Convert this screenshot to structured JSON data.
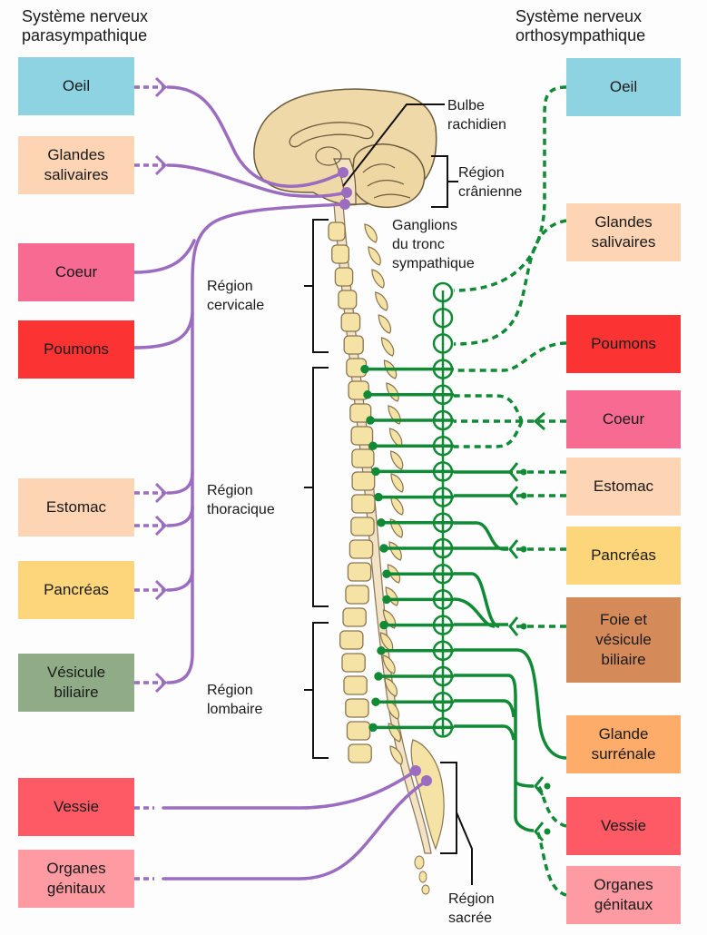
{
  "headings": {
    "parasympathetic": [
      "Système nerveux",
      "parasympathique"
    ],
    "sympathetic": [
      "Système nerveux",
      "orthosympathique"
    ]
  },
  "colors": {
    "parasympathetic_nerve": "#9b6cc0",
    "sympathetic_nerve": "#108a35",
    "bone": "#f5e3a6",
    "brain": "#f0d9a8"
  },
  "parasympathetic_organs": [
    {
      "label": "Oeil",
      "color": "#8dd3e2"
    },
    {
      "label": "Glandes salivaires",
      "color": "#fdd4b4"
    },
    {
      "label": "Coeur",
      "color": "#f76b93"
    },
    {
      "label": "Poumons",
      "color": "#fc3333"
    },
    {
      "label": "Estomac",
      "color": "#fdd4b4"
    },
    {
      "label": "Pancréas",
      "color": "#fdd57a"
    },
    {
      "label": "Vésicule biliaire",
      "color": "#8fac87"
    },
    {
      "label": "Vessie",
      "color": "#fd5a66"
    },
    {
      "label": "Organes génitaux",
      "color": "#fd9aa2"
    }
  ],
  "sympathetic_organs": [
    {
      "label": "Oeil",
      "color": "#8dd3e2"
    },
    {
      "label": "Glandes salivaires",
      "color": "#fdd4b4"
    },
    {
      "label": "Poumons",
      "color": "#fc3333"
    },
    {
      "label": "Coeur",
      "color": "#f76b93"
    },
    {
      "label": "Estomac",
      "color": "#fdd4b4"
    },
    {
      "label": "Pancréas",
      "color": "#fdd57a"
    },
    {
      "label": "Foie et vésicule biliaire",
      "color": "#d58a5a"
    },
    {
      "label": "Glande surrénale",
      "color": "#fdac6a"
    },
    {
      "label": "Vessie",
      "color": "#fd5a66"
    },
    {
      "label": "Organes génitaux",
      "color": "#fd9aa2"
    }
  ],
  "anatomy_labels": {
    "medulla": [
      "Bulbe",
      "rachidien"
    ],
    "cranial": [
      "Région",
      "crânienne"
    ],
    "ganglia": [
      "Ganglions",
      "du tronc",
      "sympathique"
    ],
    "cervical": [
      "Région",
      "cervicale"
    ],
    "thoracic": [
      "Région",
      "thoracique"
    ],
    "lumbar": [
      "Région",
      "lombaire"
    ],
    "sacral": [
      "Région",
      "sacrée"
    ]
  }
}
